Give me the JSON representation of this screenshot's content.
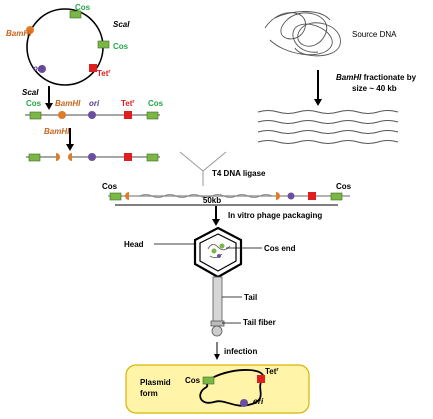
{
  "labels": {
    "cos": "Cos",
    "scai": "ScaI",
    "bamhi": "BamHI",
    "ori": "ori",
    "tet": "Tet",
    "tet_sup": "r",
    "source_dna": "Source DNA",
    "bamhi_frac_1": "BamHI fractionate by",
    "bamhi_frac_1_tail": " fractionate by",
    "bamhi_frac_1_head": "BamHI",
    "bamhi_frac_2": "size ~ 40 kb",
    "t4_ligase": "T4 DNA ligase",
    "size_50kb": "50kb",
    "packaging": "In vitro phage packaging",
    "head": "Head",
    "cos_end": "Cos end",
    "tail": "Tail",
    "tail_fiber": "Tail fiber",
    "infection": "infection",
    "plasmid_form_1": "Plasmid",
    "plasmid_form_2": "form"
  },
  "colors": {
    "cos_green": "#7ab648",
    "bamhi_orange": "#e07b2a",
    "ori_purple": "#6a4fa0",
    "tet_red": "#e01e1e",
    "plasmid_box": "#fff4a8",
    "dna_gray": "#888888"
  }
}
